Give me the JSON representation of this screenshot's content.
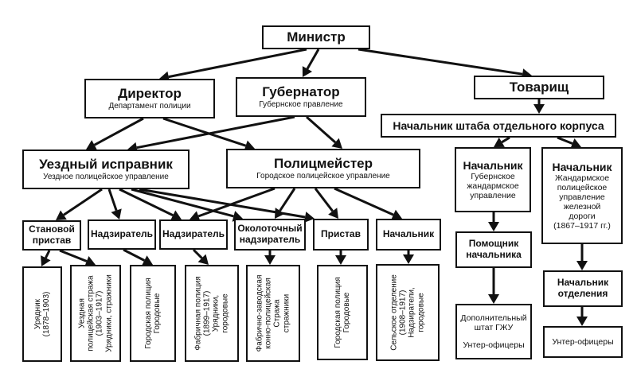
{
  "minister": {
    "title": "Министр"
  },
  "director": {
    "title": "Директор",
    "subtitle": "Департамент полиции"
  },
  "governor": {
    "title": "Губернатор",
    "subtitle": "Губернское правление"
  },
  "deputy": {
    "title": "Товарищ"
  },
  "corps_chief": {
    "title": "Начальник штаба отдельного корпуса"
  },
  "district_chief": {
    "title": "Уездный исправник",
    "subtitle": "Уездное полицейское управление"
  },
  "police_master": {
    "title": "Полицмейстер",
    "subtitle": "Городское полицейское управление"
  },
  "gendarme_chief": {
    "title": "Начальник",
    "lines": [
      "Губернское",
      "жандармское",
      "управление"
    ]
  },
  "railway_chief": {
    "title": "Начальник",
    "lines": [
      "Жандармское",
      "полицейское",
      "управление",
      "железной",
      "дороги",
      "(1867–1917 гг.)"
    ]
  },
  "level3": [
    {
      "title": "Становой пристав"
    },
    {
      "title": "Надзиратель"
    },
    {
      "title": "Надзиратель"
    },
    {
      "title": "Околоточный надзиратель"
    },
    {
      "title": "Пристав"
    },
    {
      "title": "Начальник"
    }
  ],
  "level4": [
    {
      "lines": [
        "Урядник",
        "(1878–1903)"
      ]
    },
    {
      "lines": [
        "Уездная",
        "полицейская стража",
        "(1903–1917)",
        "Урядники, стражники"
      ]
    },
    {
      "lines": [
        "Городская полиция",
        "",
        "Городовые"
      ]
    },
    {
      "lines": [
        "Фабричная полиция",
        "(1899–1917)",
        "",
        "Урядники,",
        "городовые"
      ]
    },
    {
      "lines": [
        "Фабрично-заводская",
        "конно-полицейская",
        "",
        "Стража",
        "стражники"
      ]
    },
    {
      "lines": [
        "Городская полиция",
        "",
        "Городовые"
      ]
    },
    {
      "lines": [
        "Сельское отделение",
        "(1908–1917)",
        "",
        "Надзиратели,",
        "городовые"
      ]
    }
  ],
  "assistant_chief": {
    "title": "Помощник начальника"
  },
  "dept_chief": {
    "title": "Начальник отделения"
  },
  "extra_staff": {
    "lines": [
      "Дополнительный",
      "штат ГЖУ"
    ],
    "sub": "Унтер-офицеры"
  },
  "nco": {
    "sub": "Унтер-офицеры"
  }
}
